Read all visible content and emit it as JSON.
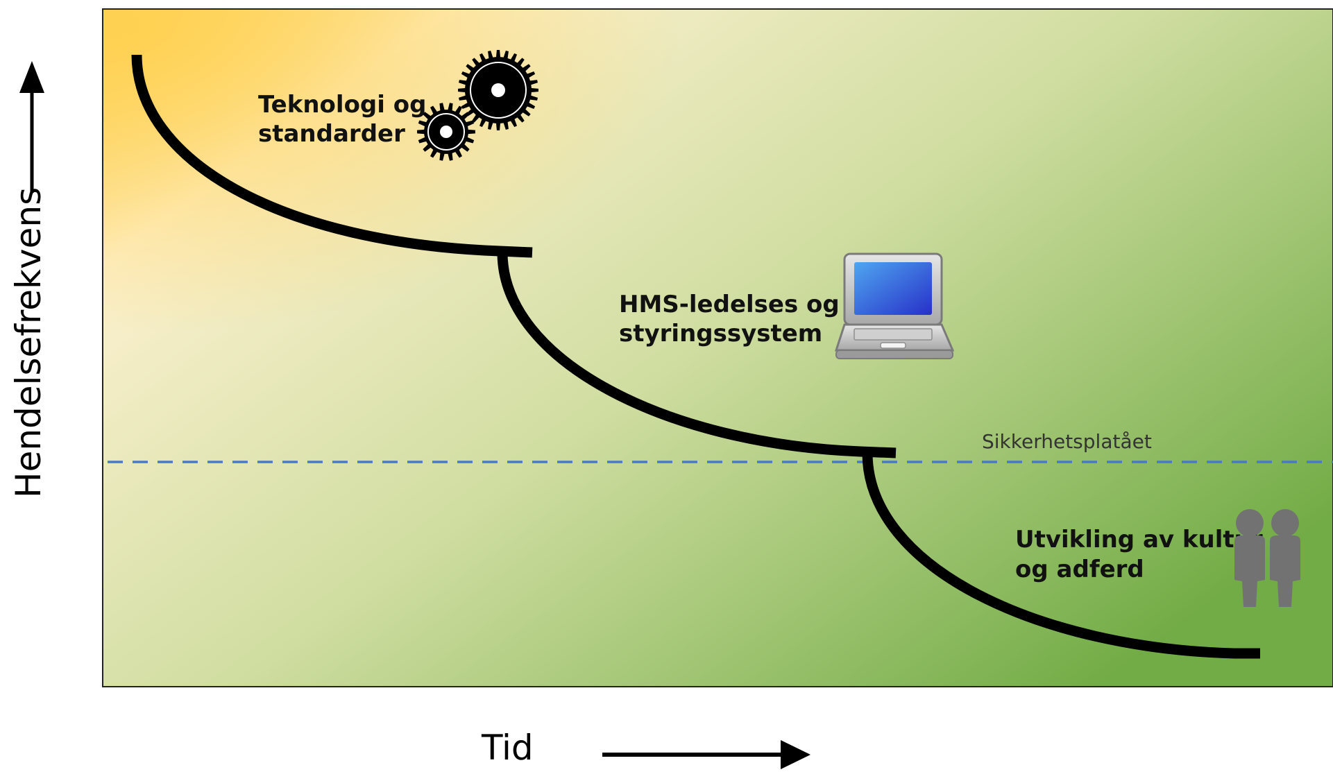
{
  "axes": {
    "y_label": "Hendelsefrekvens",
    "x_label": "Tid"
  },
  "plateau": {
    "label": "Sikkerhetsplatået",
    "line_color": "#4A78C8"
  },
  "stages": [
    {
      "line1": "Teknologi og",
      "line2": "standarder",
      "icon": "gears-icon"
    },
    {
      "line1": "HMS-ledelses og",
      "line2": "styringssystem",
      "icon": "laptop-icon"
    },
    {
      "line1": "Utvikling av kultur",
      "line2": "og adferd",
      "icon": "people-icon"
    }
  ],
  "colors": {
    "gradient_start": "#FFD65C",
    "gradient_mid": "#FDF1D0",
    "gradient_end": "#72AC46",
    "curve": "#000000"
  }
}
